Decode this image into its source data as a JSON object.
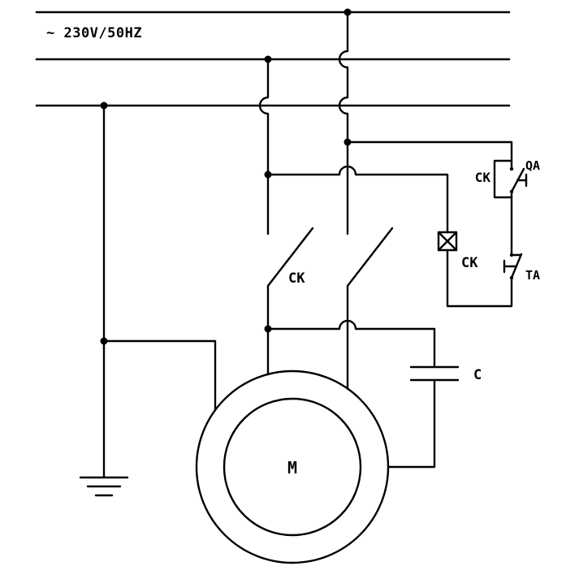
{
  "labels": {
    "supply": "~ 230V/50HZ",
    "main_contact": "CK",
    "aux_contact": "CK",
    "coil": "CK",
    "start_button": "QA",
    "stop_button": "TA",
    "capacitor": "C",
    "motor": "M"
  },
  "colors": {
    "line": "#000000",
    "background": "#ffffff"
  }
}
